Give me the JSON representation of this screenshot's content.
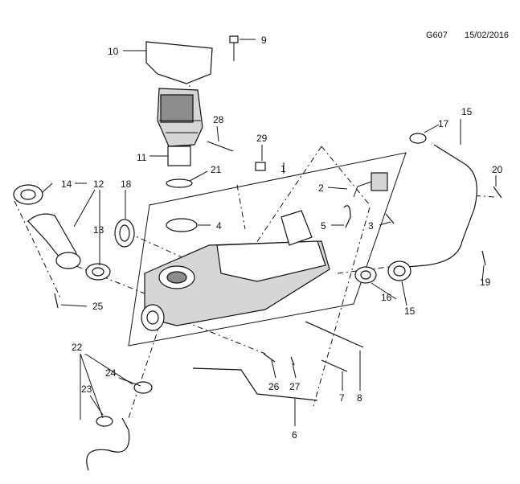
{
  "header": {
    "code": "G607",
    "date": "15/02/2016"
  },
  "labels": [
    {
      "id": "1",
      "text": "1"
    },
    {
      "id": "2",
      "text": "2"
    },
    {
      "id": "3",
      "text": "3"
    },
    {
      "id": "4",
      "text": "4"
    },
    {
      "id": "5",
      "text": "5"
    },
    {
      "id": "6",
      "text": "6"
    },
    {
      "id": "7",
      "text": "7"
    },
    {
      "id": "8",
      "text": "8"
    },
    {
      "id": "9",
      "text": "9"
    },
    {
      "id": "10",
      "text": "10"
    },
    {
      "id": "11",
      "text": "11"
    },
    {
      "id": "12",
      "text": "12"
    },
    {
      "id": "13",
      "text": "13"
    },
    {
      "id": "14",
      "text": "14"
    },
    {
      "id": "15a",
      "text": "15"
    },
    {
      "id": "15b",
      "text": "15"
    },
    {
      "id": "16",
      "text": "16"
    },
    {
      "id": "17",
      "text": "17"
    },
    {
      "id": "18",
      "text": "18"
    },
    {
      "id": "19",
      "text": "19"
    },
    {
      "id": "20",
      "text": "20"
    },
    {
      "id": "21",
      "text": "21"
    },
    {
      "id": "22",
      "text": "22"
    },
    {
      "id": "23",
      "text": "23"
    },
    {
      "id": "24",
      "text": "24"
    },
    {
      "id": "25",
      "text": "25"
    },
    {
      "id": "26",
      "text": "26"
    },
    {
      "id": "27",
      "text": "27"
    },
    {
      "id": "28",
      "text": "28"
    },
    {
      "id": "29",
      "text": "29"
    }
  ]
}
